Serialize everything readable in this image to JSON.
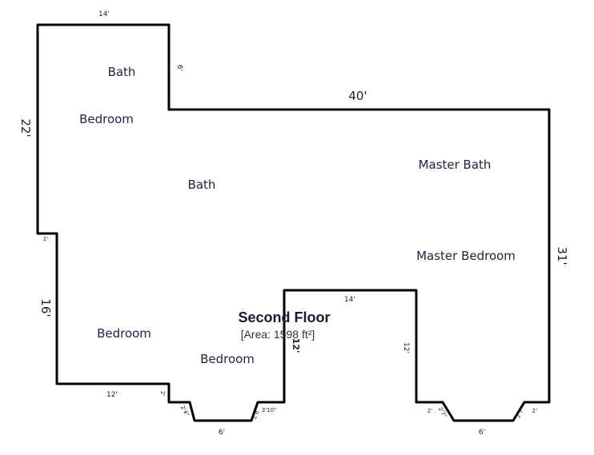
{
  "floor": {
    "title": "Second Floor",
    "area": "[Area: 1598 ft²]"
  },
  "rooms": [
    "Bath",
    "Bedroom",
    "Bath",
    "Master Bath",
    "Master Bedroom",
    "Bedroom",
    "Bedroom"
  ],
  "dimensions": {
    "top_left": "14'",
    "notch_right": "6'",
    "top_main": "40'",
    "left_upper": "22'",
    "left_step": "2'",
    "left_lower": "16'",
    "bottom_left": "12'",
    "bay1_step": "2'",
    "bay1_angle_left": "2'4\"",
    "bay1_bottom": "6'",
    "bay1_angle_right": "2'8\"",
    "bay1_right_step": "3'10\"",
    "center_left": "12'",
    "center_top": "14'",
    "center_right": "12'",
    "bay2_step_left": "2'",
    "bay2_angle_left": "2'7\"",
    "bay2_bottom": "6'",
    "bay2_angle_right": "2'7\"",
    "bay2_step_right": "2'",
    "right_wall": "31'"
  }
}
